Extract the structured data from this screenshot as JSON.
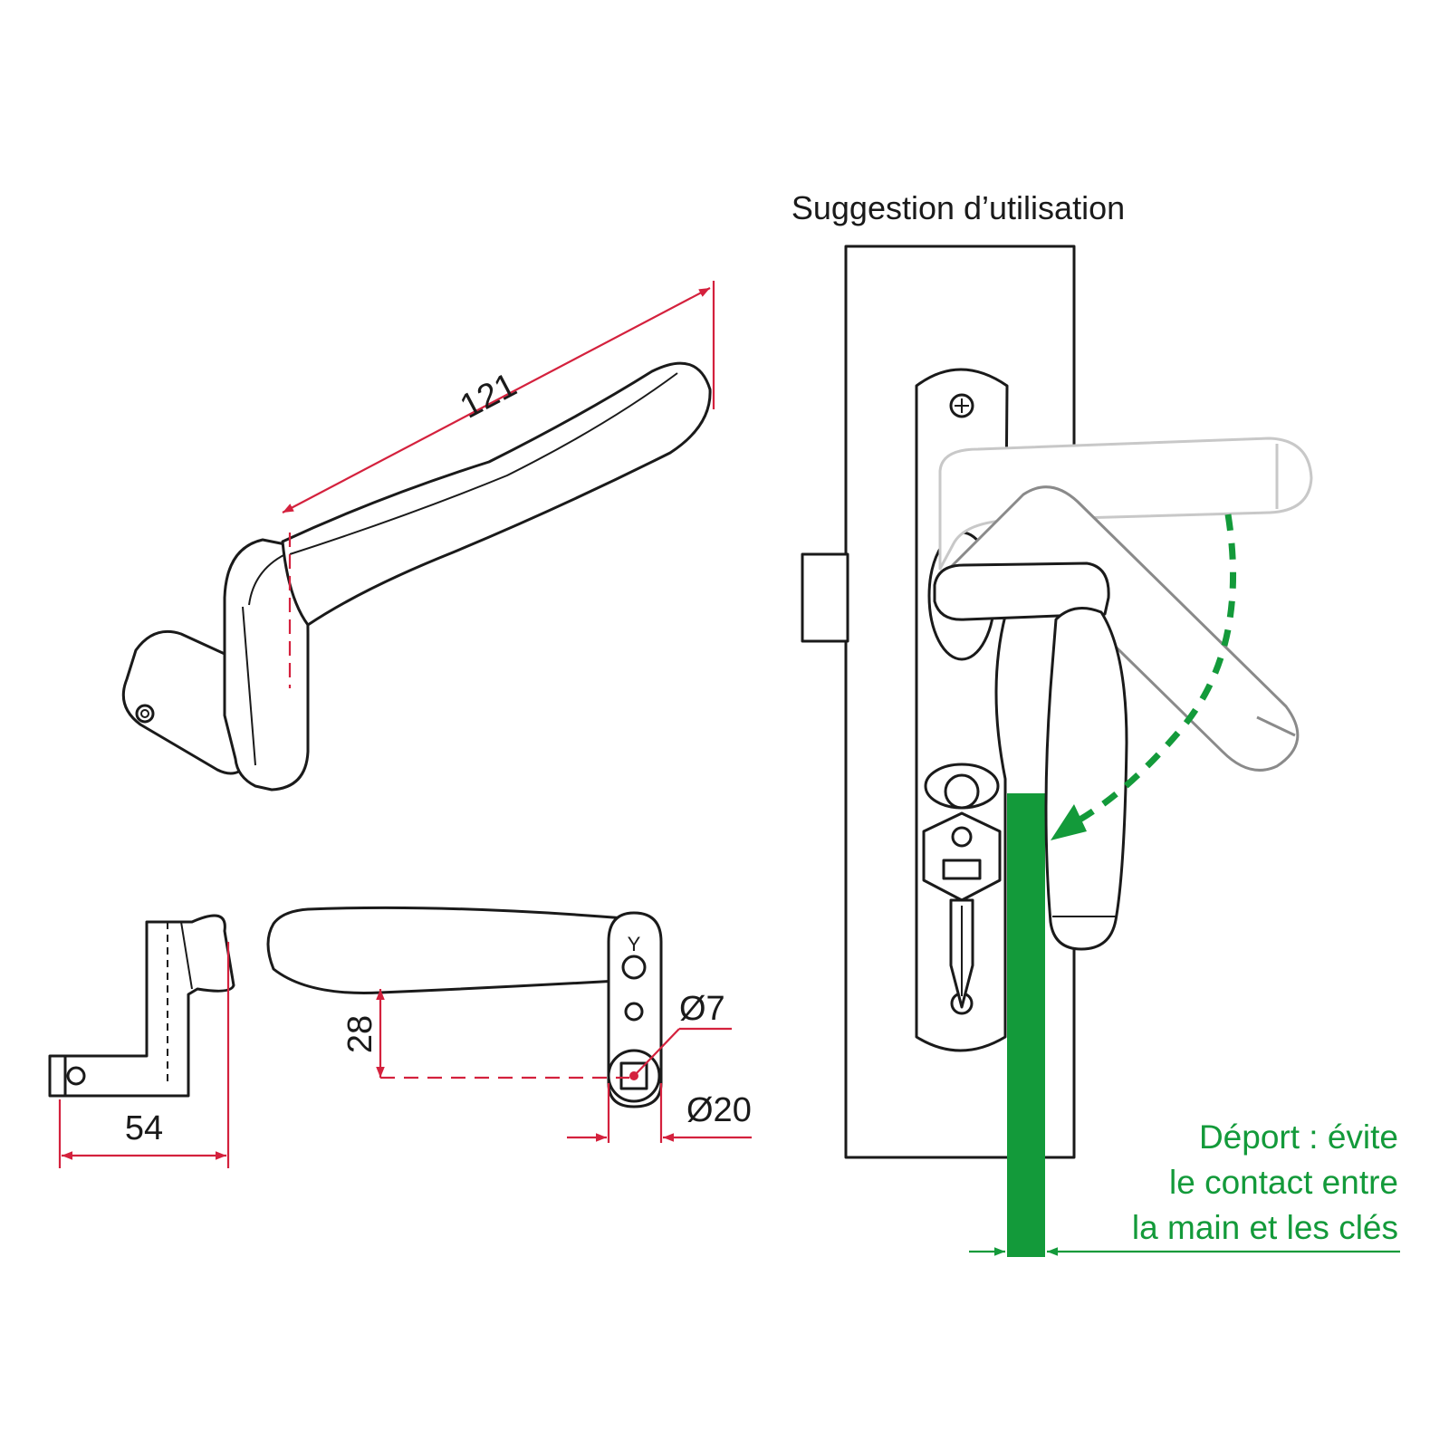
{
  "title": "Suggestion d’utilisation",
  "dimensions": {
    "length": "121",
    "depth": "54",
    "offset": "28",
    "hole_diameter": "Ø7",
    "boss_diameter": "Ø20"
  },
  "note": {
    "line1": "Déport : évite",
    "line2": "le contact entre",
    "line3": "la main et les clés"
  },
  "colors": {
    "dimension": "#d4213d",
    "annotation": "#139a3a",
    "outline": "#1a1a1a"
  },
  "icons": {
    "screw": "screw-icon",
    "key": "key-icon",
    "rotation": "rotation-arrow-icon"
  }
}
